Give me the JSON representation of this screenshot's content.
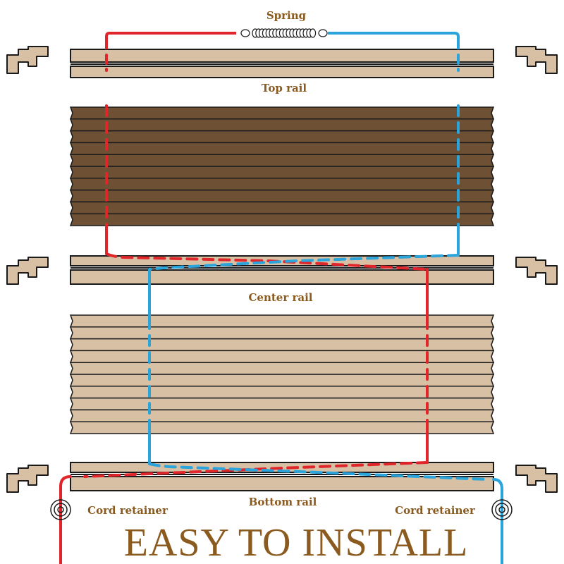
{
  "labels": {
    "spring": "Spring",
    "top_rail": "Top rail",
    "center_rail": "Center rail",
    "bottom_rail": "Bottom rail",
    "cord_retainer_left": "Cord retainer",
    "cord_retainer_right": "Cord retainer"
  },
  "headline": "EASY TO INSTALL",
  "colors": {
    "label_text": "#8a5a1e",
    "headline_text": "#8a5a1e",
    "rail_fill": "#d8c0a4",
    "rail_stroke": "#1a1a1a",
    "dark_fabric": "#6e5134",
    "light_fabric": "#d8c0a4",
    "red_cord": "#e0262b",
    "blue_cord": "#2ba4dc",
    "bracket_fill": "#d8c0a4"
  },
  "icons": {
    "spring": "coil-spring-icon",
    "bracket": "mounting-bracket-icon",
    "cord_retainer": "cord-retainer-icon"
  }
}
